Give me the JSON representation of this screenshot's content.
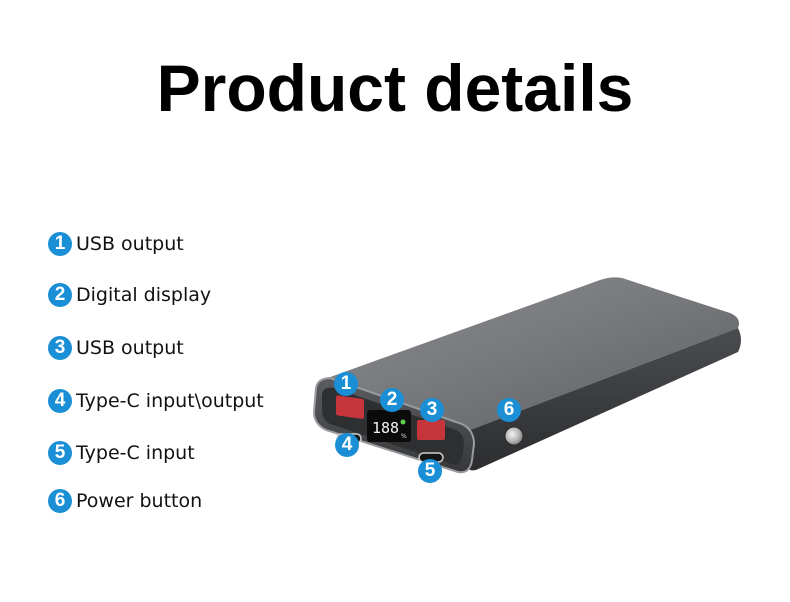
{
  "title": "Product details",
  "accent_color": "#1b8fd6",
  "legend": [
    {
      "num": "1",
      "label": "USB output"
    },
    {
      "num": "2",
      "label": "Digital display"
    },
    {
      "num": "3",
      "label": "USB output"
    },
    {
      "num": "4",
      "label": "Type-C input\\output"
    },
    {
      "num": "5",
      "label": "Type-C input"
    },
    {
      "num": "6",
      "label": "Power button"
    }
  ],
  "product": {
    "display_value": "188",
    "display_unit": "%",
    "markers": [
      "1",
      "2",
      "3",
      "4",
      "5",
      "6"
    ]
  }
}
